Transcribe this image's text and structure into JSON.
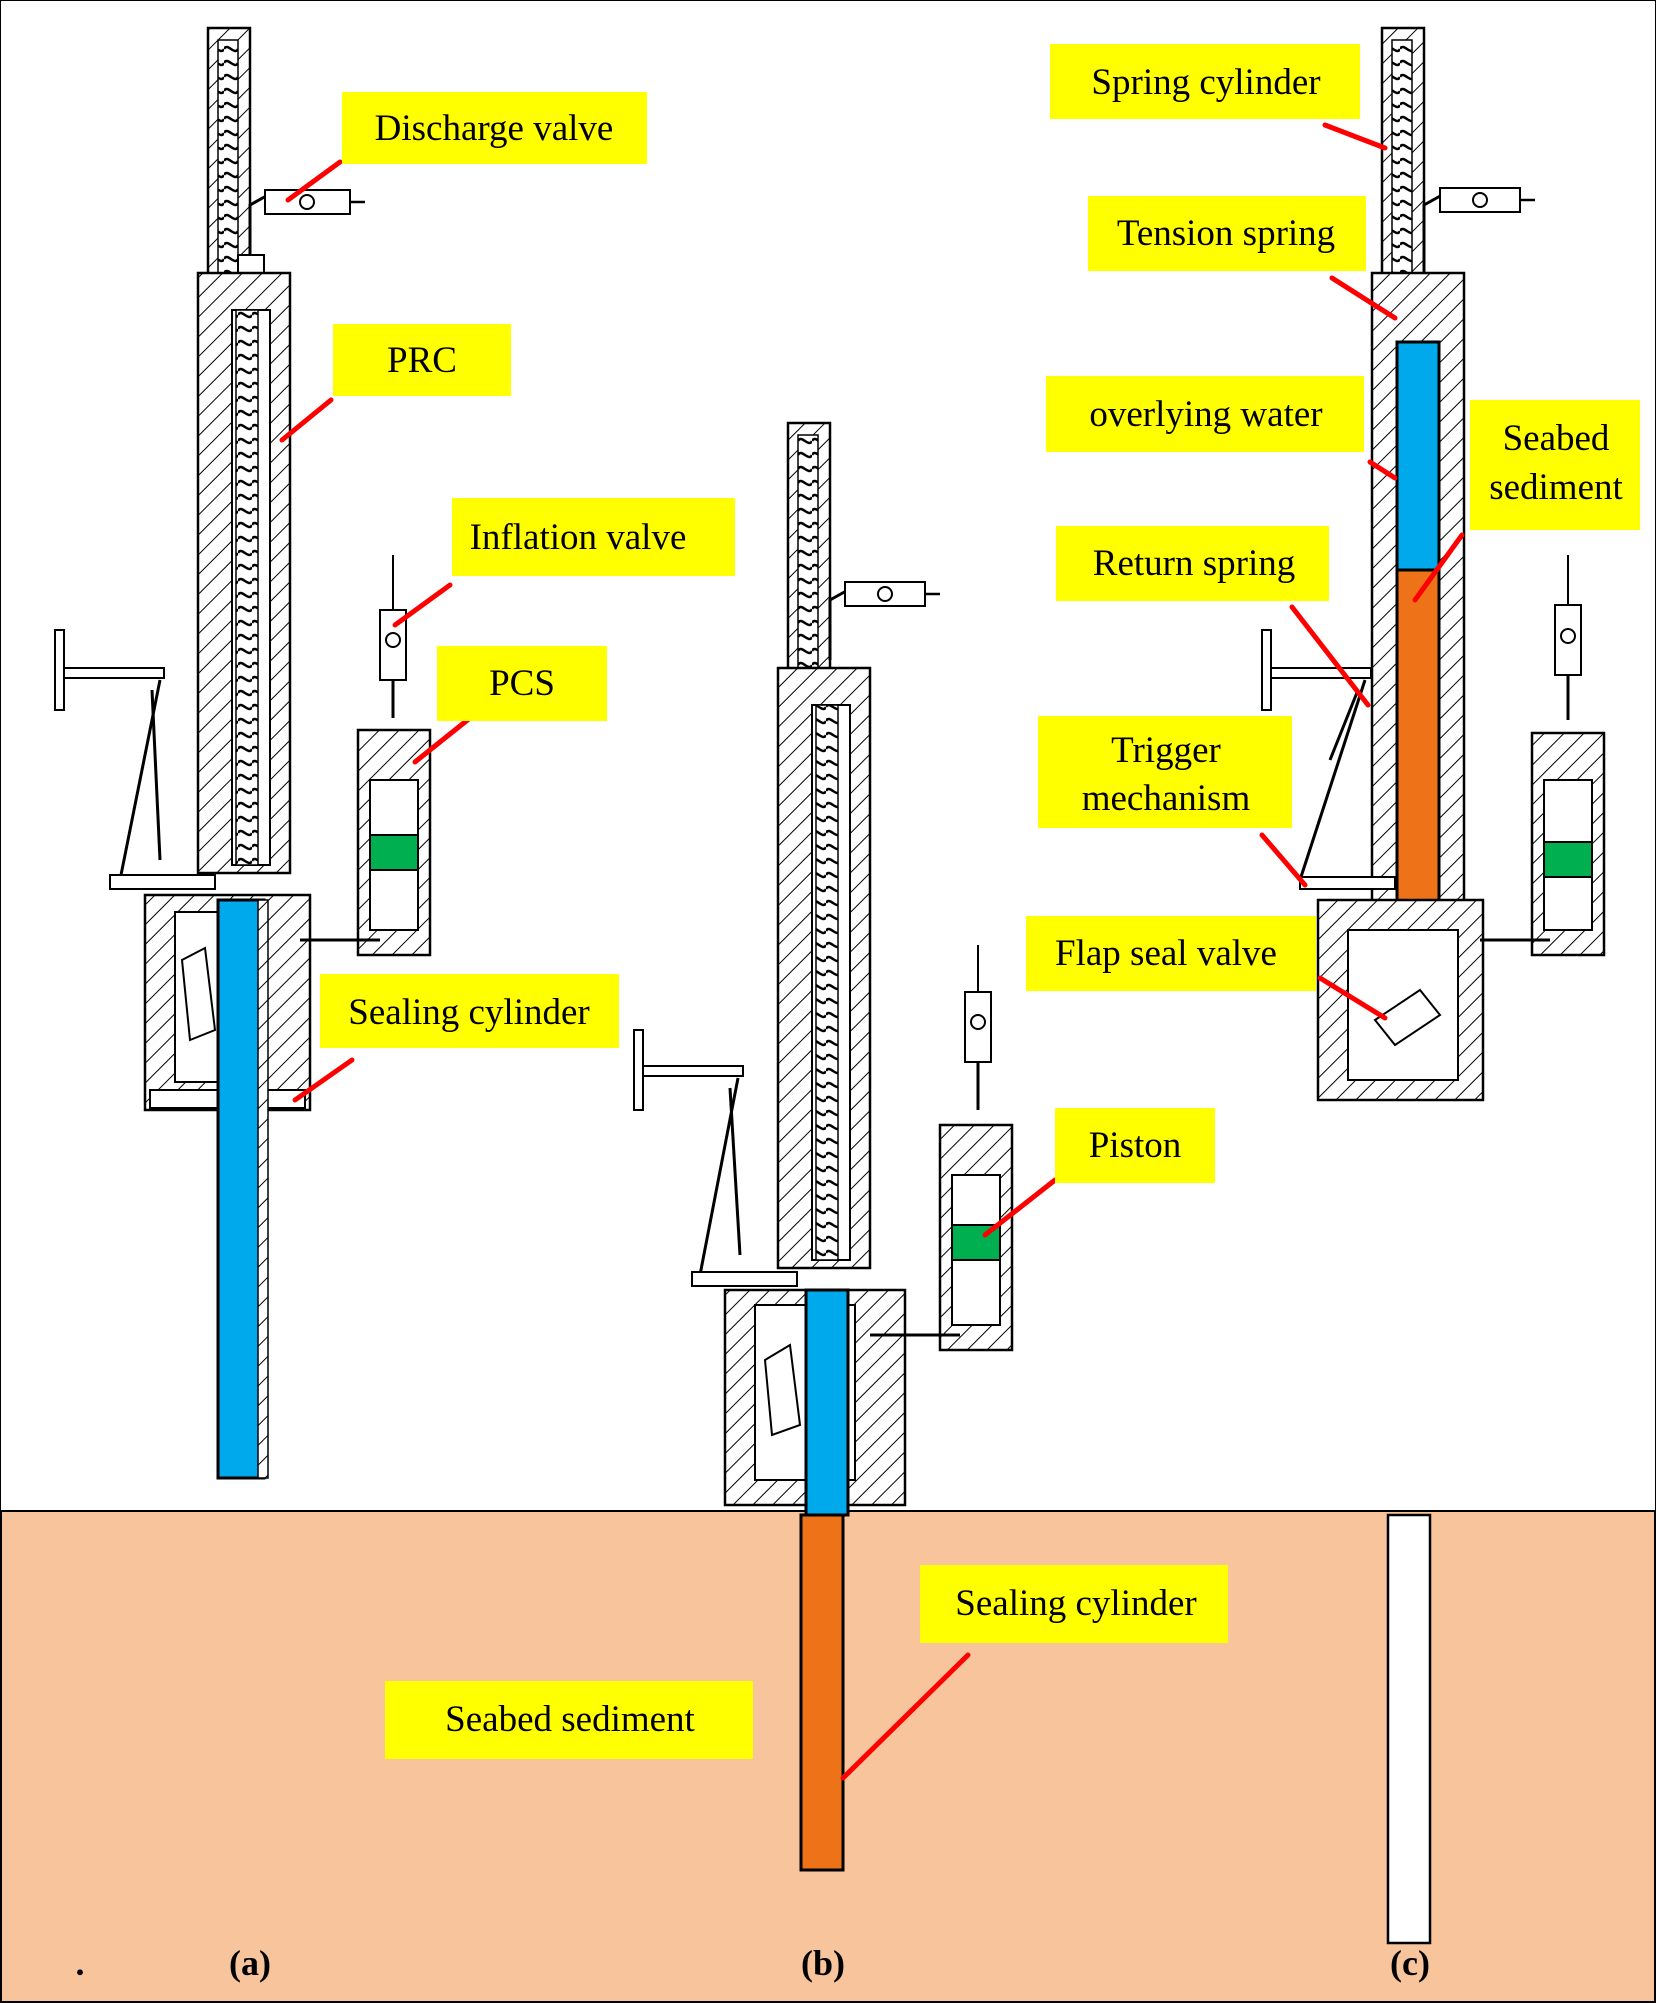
{
  "colors": {
    "background": "#ffffff",
    "sediment": "#f8c49c",
    "water": "#00a8ec",
    "sediment_core": "#ee7318",
    "piston": "#00b050",
    "callout_fill": "#ffff00",
    "leader": "#ff0000",
    "outline": "#000000"
  },
  "labels": {
    "discharge_valve": "Discharge valve",
    "prc": "PRC",
    "inflation_valve": "Inflation valve",
    "pcs": "PCS",
    "sealing_cylinder_a": "Sealing cylinder",
    "spring_cylinder": "Spring cylinder",
    "tension_spring": "Tension spring",
    "overlying_water": "overlying water",
    "seabed_sediment_top": "Seabed",
    "seabed_sediment_bottom": "sediment",
    "return_spring": "Return spring",
    "trigger_top": "Trigger",
    "trigger_bottom": "mechanism",
    "flap_seal_valve": "Flap seal valve",
    "piston": "Piston",
    "sealing_cylinder_b": "Sealing cylinder",
    "seabed_sediment": "Seabed sediment"
  },
  "panels": {
    "a": "(a)",
    "b": "(b)",
    "c": "(c)"
  },
  "corner_mark": "."
}
